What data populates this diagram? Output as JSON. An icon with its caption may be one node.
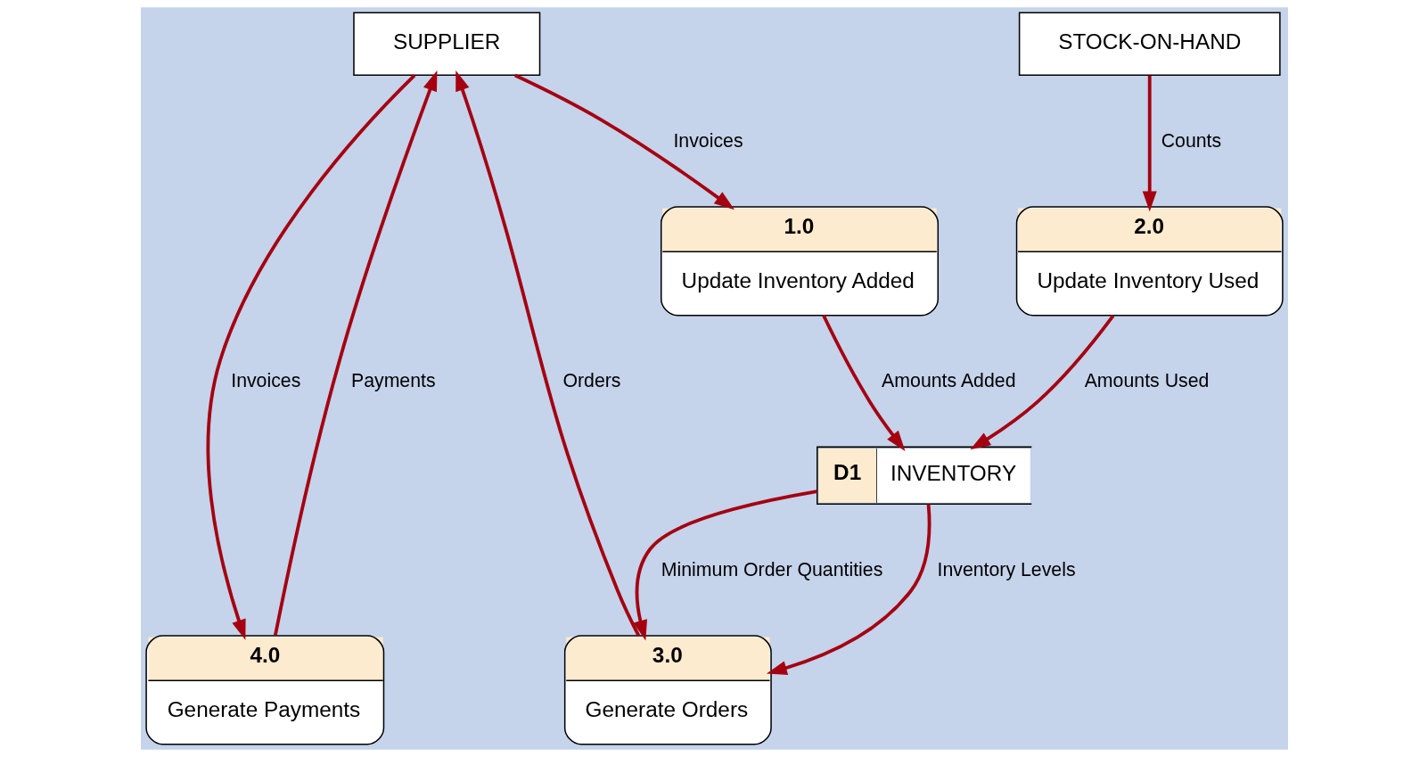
{
  "diagram": {
    "nodes": [
      {
        "text": [
          "SUPPLIER"
        ]
      },
      {
        "text": [
          "STOCK-ON-HAND"
        ]
      },
      {
        "text": [
          "1.0",
          "Update Inventory Added"
        ]
      },
      {
        "text": [
          "2.0",
          "Update Inventory Used"
        ]
      },
      {
        "text": [
          "D1",
          "INVENTORY"
        ]
      },
      {
        "text": [
          "4.0",
          "Generate Payments"
        ]
      },
      {
        "text": [
          "3.0",
          "Generate Orders"
        ]
      }
    ],
    "edges": [
      {
        "from": 0,
        "to": 2,
        "arrow": "to",
        "label": "Invoices"
      },
      {
        "from": 1,
        "to": 3,
        "arrow": "to",
        "label": "Counts"
      },
      {
        "from": 2,
        "to": 4,
        "arrow": "to",
        "label": "Amounts Added"
      },
      {
        "from": 3,
        "to": 4,
        "arrow": "to",
        "label": "Amounts Used"
      },
      {
        "from": 4,
        "to": 6,
        "arrow": "to",
        "label": "Inventory Levels"
      },
      {
        "from": 4,
        "to": 6,
        "arrow": "to",
        "label": "Minimum Order Quantities"
      },
      {
        "from": 6,
        "to": 0,
        "arrow": "to",
        "label": "Orders"
      },
      {
        "from": 5,
        "to": 0,
        "arrow": "to",
        "label": "Payments"
      },
      {
        "from": 0,
        "to": 5,
        "arrow": "to",
        "label": "Invoices"
      }
    ]
  }
}
